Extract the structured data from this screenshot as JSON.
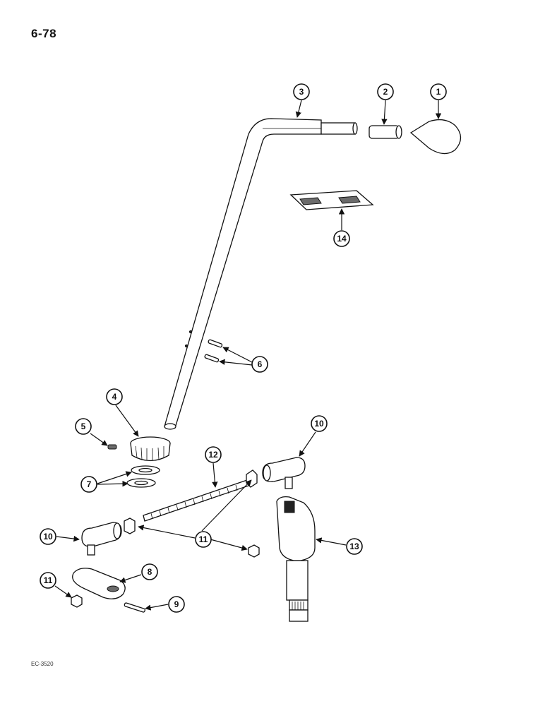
{
  "page": {
    "number": "6-78",
    "figure_code": "EC-3520"
  },
  "callouts": {
    "c1": "1",
    "c2": "2",
    "c3": "3",
    "c4": "4",
    "c5": "5",
    "c6": "6",
    "c7": "7",
    "c8": "8",
    "c9": "9",
    "c10a": "10",
    "c10b": "10",
    "c11a": "11",
    "c11b": "11",
    "c12": "12",
    "c13": "13",
    "c14": "14"
  },
  "colors": {
    "line": "#111111",
    "shade": "#6b6b6b",
    "background": "#ffffff"
  }
}
